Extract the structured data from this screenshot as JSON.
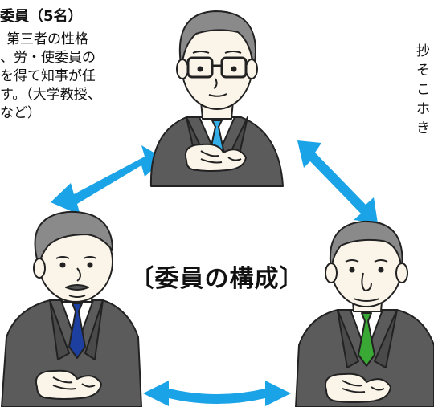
{
  "public_member": {
    "title": "委員（5名）",
    "description_lines": [
      "第三者の性格",
      "、労・使委員の",
      "を得て知事が任",
      "す。（大学教授、",
      "など）"
    ]
  },
  "right_fragment_lines": [
    "抄",
    "そ",
    "こ",
    "ホ",
    "き"
  ],
  "center_title": "〔委員の構成〕",
  "colors": {
    "arrow": "#1aa3e6",
    "suit": "#5b5b5b",
    "hair": "#8a8a8a",
    "skin": "#fbf4e8",
    "tie_top": "#33aee8",
    "tie_left": "#1c3fa0",
    "tie_right": "#39a835"
  },
  "icons": {
    "top": "member-top-icon",
    "left": "member-left-icon",
    "right": "member-right-icon",
    "arrows": "two-way-arrow-icon"
  }
}
